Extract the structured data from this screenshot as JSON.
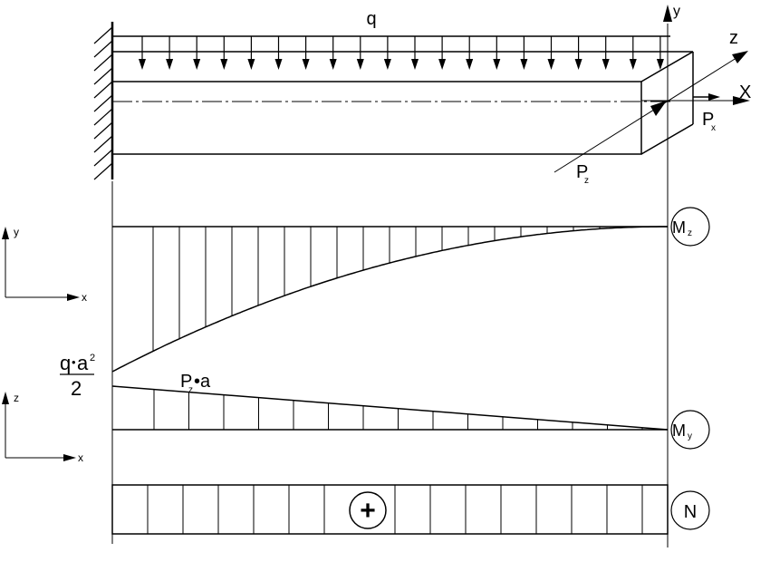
{
  "beam": {
    "load_label": "q",
    "force_x_label": "P",
    "force_x_sub": "x",
    "force_z_label": "P",
    "force_z_sub": "z"
  },
  "axes_main": {
    "y": "y",
    "z": "z",
    "x": "X"
  },
  "axes_small_xy": {
    "y": "y",
    "x": "x"
  },
  "axes_small_xz": {
    "z": "z",
    "x": "x"
  },
  "diagrams": {
    "mz": {
      "label": "M",
      "sub": "z"
    },
    "my": {
      "label": "M",
      "sub": "y"
    },
    "n": {
      "label": "N",
      "sign": "+"
    }
  },
  "annotations": {
    "qa2_num_q": "q",
    "qa2_num_dot": "•",
    "qa2_num_a": "a",
    "qa2_num_exp": "2",
    "qa2_den": "2",
    "pza_p": "P",
    "pza_sub": "z",
    "pza_rest": "•a"
  },
  "colors": {
    "ink": "#000000",
    "background": "#ffffff"
  }
}
